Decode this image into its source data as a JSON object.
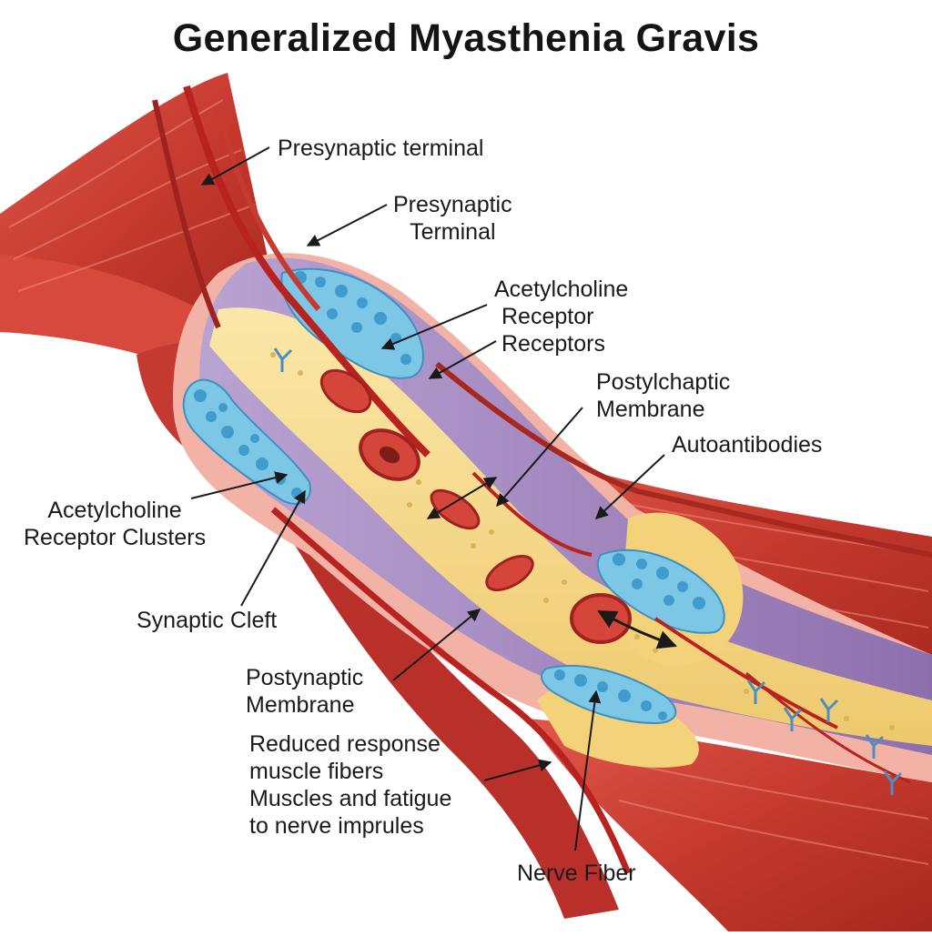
{
  "title": "Generalized Myasthenia Gravis",
  "labels": {
    "presynaptic_terminal_top": "Presynaptic terminal",
    "presynaptic_terminal": [
      "Presynaptic",
      "Terminal"
    ],
    "ach_receptor": [
      "Acetylcholine",
      "Receptor",
      "Receptors"
    ],
    "postylchaptic_membrane": [
      "Postylchaptic",
      "Membrane"
    ],
    "autoantibodies": "Autoantibodies",
    "ach_receptor_clusters": [
      "Acetylcholine",
      "Receptor Clusters"
    ],
    "synaptic_cleft": "Synaptic Cleft",
    "postsynaptic_membrane": [
      "Postynaptic",
      "Membrane"
    ],
    "reduced_response": [
      "Reduced response",
      "muscle fibers",
      "Muscles and fatigue",
      "to nerve imprules"
    ],
    "nerve_fiber": "Nerve Fiber"
  },
  "colors": {
    "muscle": "#c63a2f",
    "muscle_dark": "#9e2320",
    "membrane": "#9d7fb8",
    "vesicle": "#5fb4d8",
    "fluid": "#f6dc8e",
    "vessel": "#b8231f"
  }
}
